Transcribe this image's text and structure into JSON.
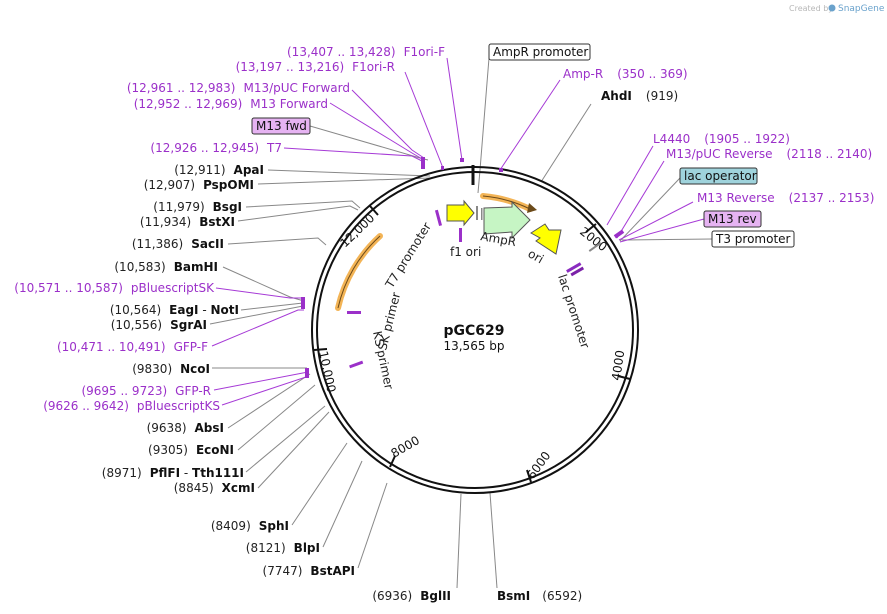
{
  "watermark": {
    "created_by": "Created by",
    "brand": "SnapGene"
  },
  "plasmid": {
    "name": "pGC629",
    "length": "13,565 bp"
  },
  "ring_ticks": [
    "2000",
    "4000",
    "6000",
    "8000",
    "10,000",
    "12,000"
  ],
  "boxed_labels": {
    "ampr_promoter": "AmpR promoter",
    "m13_fwd": "M13 fwd",
    "lac_operator": "lac operator",
    "m13_rev": "M13 rev",
    "t3_promoter": "T3 promoter"
  },
  "purple_labels": {
    "f1ori_f": {
      "coords": "(13,407 .. 13,428)",
      "name": "F1ori-F"
    },
    "f1ori_r": {
      "coords": "(13,197 .. 13,216)",
      "name": "F1ori-R"
    },
    "m13_puc_fwd": {
      "coords": "(12,961 .. 12,983)",
      "name": "M13/pUC Forward"
    },
    "m13_forward": {
      "coords": "(12,952 .. 12,969)",
      "name": "M13 Forward"
    },
    "t7": {
      "coords": "(12,926 .. 12,945)",
      "name": "T7"
    },
    "pbluescriptsk": {
      "coords": "(10,571 .. 10,587)",
      "name": "pBluescriptSK"
    },
    "gfp_f": {
      "coords": "(10,471 .. 10,491)",
      "name": "GFP-F"
    },
    "gfp_r": {
      "coords": "(9695 .. 9723)",
      "name": "GFP-R"
    },
    "pbluescriptks": {
      "coords": "(9626 .. 9642)",
      "name": "pBluescriptKS"
    },
    "amp_r": {
      "name": "Amp-R",
      "coords": "(350 .. 369)"
    },
    "l4440": {
      "name": "L4440",
      "coords": "(1905 .. 1922)"
    },
    "m13_puc_rev": {
      "name": "M13/pUC Reverse",
      "coords": "(2118 .. 2140)"
    },
    "m13_reverse": {
      "name": "M13 Reverse",
      "coords": "(2137 .. 2153)"
    }
  },
  "enzymes_left": {
    "apai": {
      "coords": "(12,911)",
      "name": "ApaI"
    },
    "pspomi": {
      "coords": "(12,907)",
      "name": "PspOMI"
    },
    "bsgi": {
      "coords": "(11,979)",
      "name": "BsgI"
    },
    "bstxi": {
      "coords": "(11,934)",
      "name": "BstXI"
    },
    "sacii": {
      "coords": "(11,386)",
      "name": "SacII"
    },
    "bamhi": {
      "coords": "(10,583)",
      "name": "BamHI"
    },
    "eagi_noti": {
      "coords": "(10,564)",
      "name": "EagI",
      "sep": " - ",
      "name2": "NotI"
    },
    "sgrai": {
      "coords": "(10,556)",
      "name": "SgrAI"
    },
    "ncoi": {
      "coords": "(9830)",
      "name": "NcoI"
    },
    "absi": {
      "coords": "(9638)",
      "name": "AbsI"
    },
    "econi": {
      "coords": "(9305)",
      "name": "EcoNI"
    },
    "pflfi": {
      "coords": "(8971)",
      "name": "PflFI",
      "sep": " - ",
      "name2": "Tth111I"
    },
    "xcmi": {
      "coords": "(8845)",
      "name": "XcmI"
    },
    "sphi": {
      "coords": "(8409)",
      "name": "SphI"
    },
    "blpi": {
      "coords": "(8121)",
      "name": "BlpI"
    },
    "bstapi": {
      "coords": "(7747)",
      "name": "BstAPI"
    }
  },
  "enzymes_bottom": {
    "bglii": {
      "coords": "(6936)",
      "name": "BglII"
    },
    "bsmi": {
      "name": "BsmI",
      "coords": "(6592)"
    }
  },
  "enzymes_right": {
    "ahdi": {
      "name": "AhdI",
      "coords": "(919)"
    }
  },
  "feature_labels": {
    "t7_promoter": "T7 promoter",
    "f1_ori": "f1 ori",
    "ampr": "AmpR",
    "ori": "ori",
    "lac_promoter": "lac promoter",
    "sk_primer": "SK primer",
    "ks_primer": "KS primer"
  },
  "colors": {
    "ring": "#111111",
    "primer": "#9b30c9",
    "feature_yellow": "#ffff00",
    "feature_green": "#c6f5c4",
    "arc_orange": "#f3b456",
    "lac_operator_fill": "#9fd3dc",
    "m13_fill": "#e6b3f2"
  }
}
